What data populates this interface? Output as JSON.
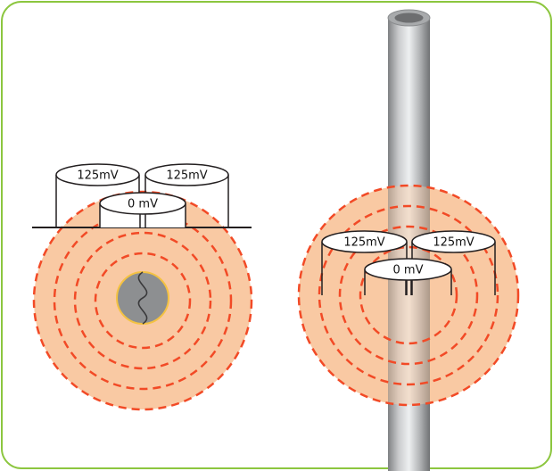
{
  "colors": {
    "frame_border": "#8cc63f",
    "field_fill": "#f9c9a3",
    "dash_ring": "#f24a26",
    "pipe_light": "#e4e5e7",
    "pipe_dark": "#8a8c8e",
    "pipe_body": "#b3b5b7",
    "pipe_inner": "#6d6e70",
    "cable_core": "#8d8f91",
    "cable_ring": "#f4c242",
    "electrode_fill": "#ffffff",
    "electrode_stroke": "#231f20"
  },
  "left_setup": {
    "label_left": "125mV",
    "label_right": "125mV",
    "label_center": "0 mV"
  },
  "right_setup": {
    "label_left": "125mV",
    "label_right": "125mV",
    "label_center": "0 mV"
  }
}
